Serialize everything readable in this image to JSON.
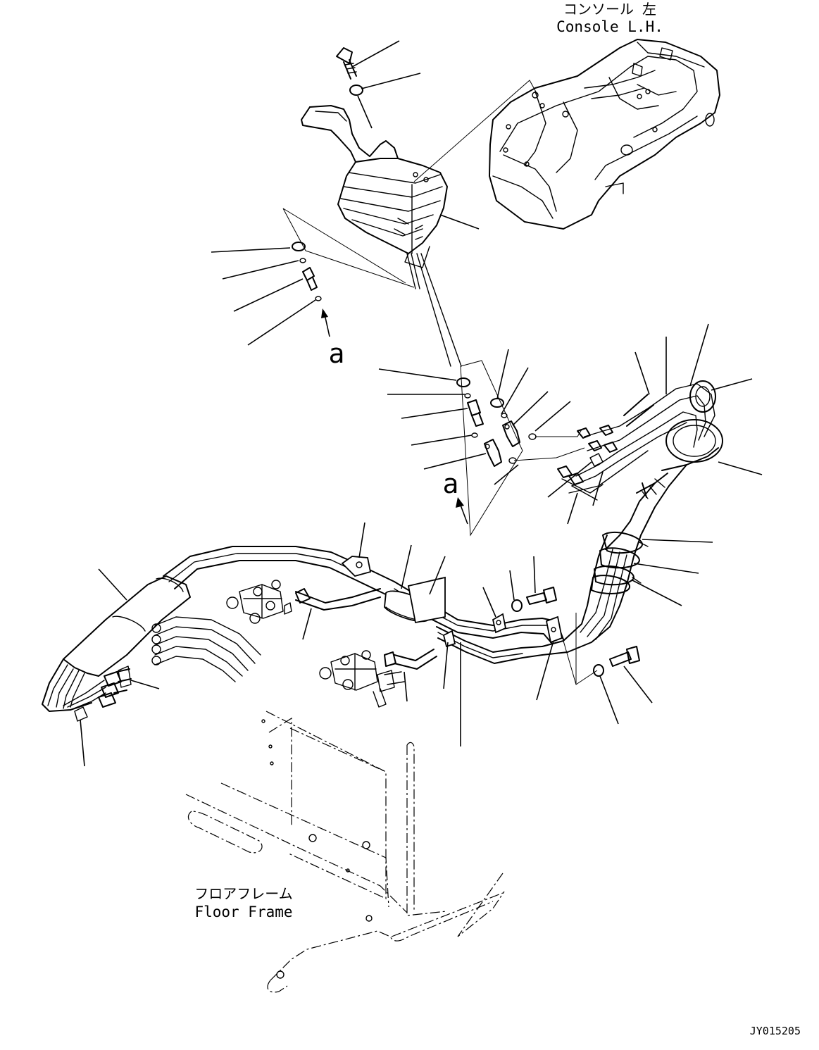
{
  "labels": {
    "console_jp": "コンソール 左",
    "console_en": "Console L.H.",
    "floor_jp": "フロアフレーム",
    "floor_en": "Floor Frame",
    "detail_a_upper": "a",
    "detail_a_lower": "a",
    "drawing_number": "JY015205"
  },
  "icons": {
    "lever": "joystick-lever-icon",
    "console": "console-body-icon",
    "valve": "pilot-valve-icon",
    "hose": "hose-bundle-icon"
  }
}
